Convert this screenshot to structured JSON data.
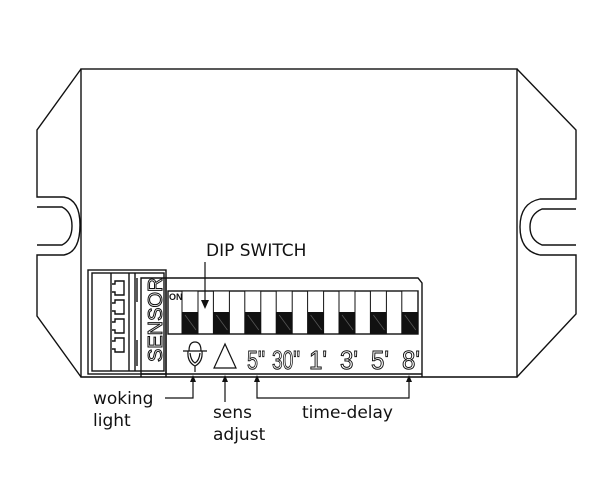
{
  "title_label": "DIP SWITCH",
  "switch_on_label": "ON",
  "sensor_label": "SENSOR",
  "switches": [
    {
      "id": 1,
      "state": "off"
    },
    {
      "id": 2,
      "state": "off"
    },
    {
      "id": 3,
      "state": "off"
    },
    {
      "id": 4,
      "state": "off"
    },
    {
      "id": 5,
      "state": "off"
    },
    {
      "id": 6,
      "state": "off"
    },
    {
      "id": 7,
      "state": "off"
    },
    {
      "id": 8,
      "state": "off"
    }
  ],
  "settings": {
    "working_light_icon": "lamp-icon",
    "sens_icon": "triangle-icon",
    "time_delays": [
      "5\"",
      "30\"",
      "1'",
      "3'",
      "5'",
      "8'"
    ]
  },
  "callouts": {
    "working_light": [
      "woking",
      "light"
    ],
    "sens_adjust": [
      "sens",
      "adjust"
    ],
    "time_delay": "time-delay"
  },
  "colors": {
    "line": "#111111",
    "background": "#ffffff"
  }
}
